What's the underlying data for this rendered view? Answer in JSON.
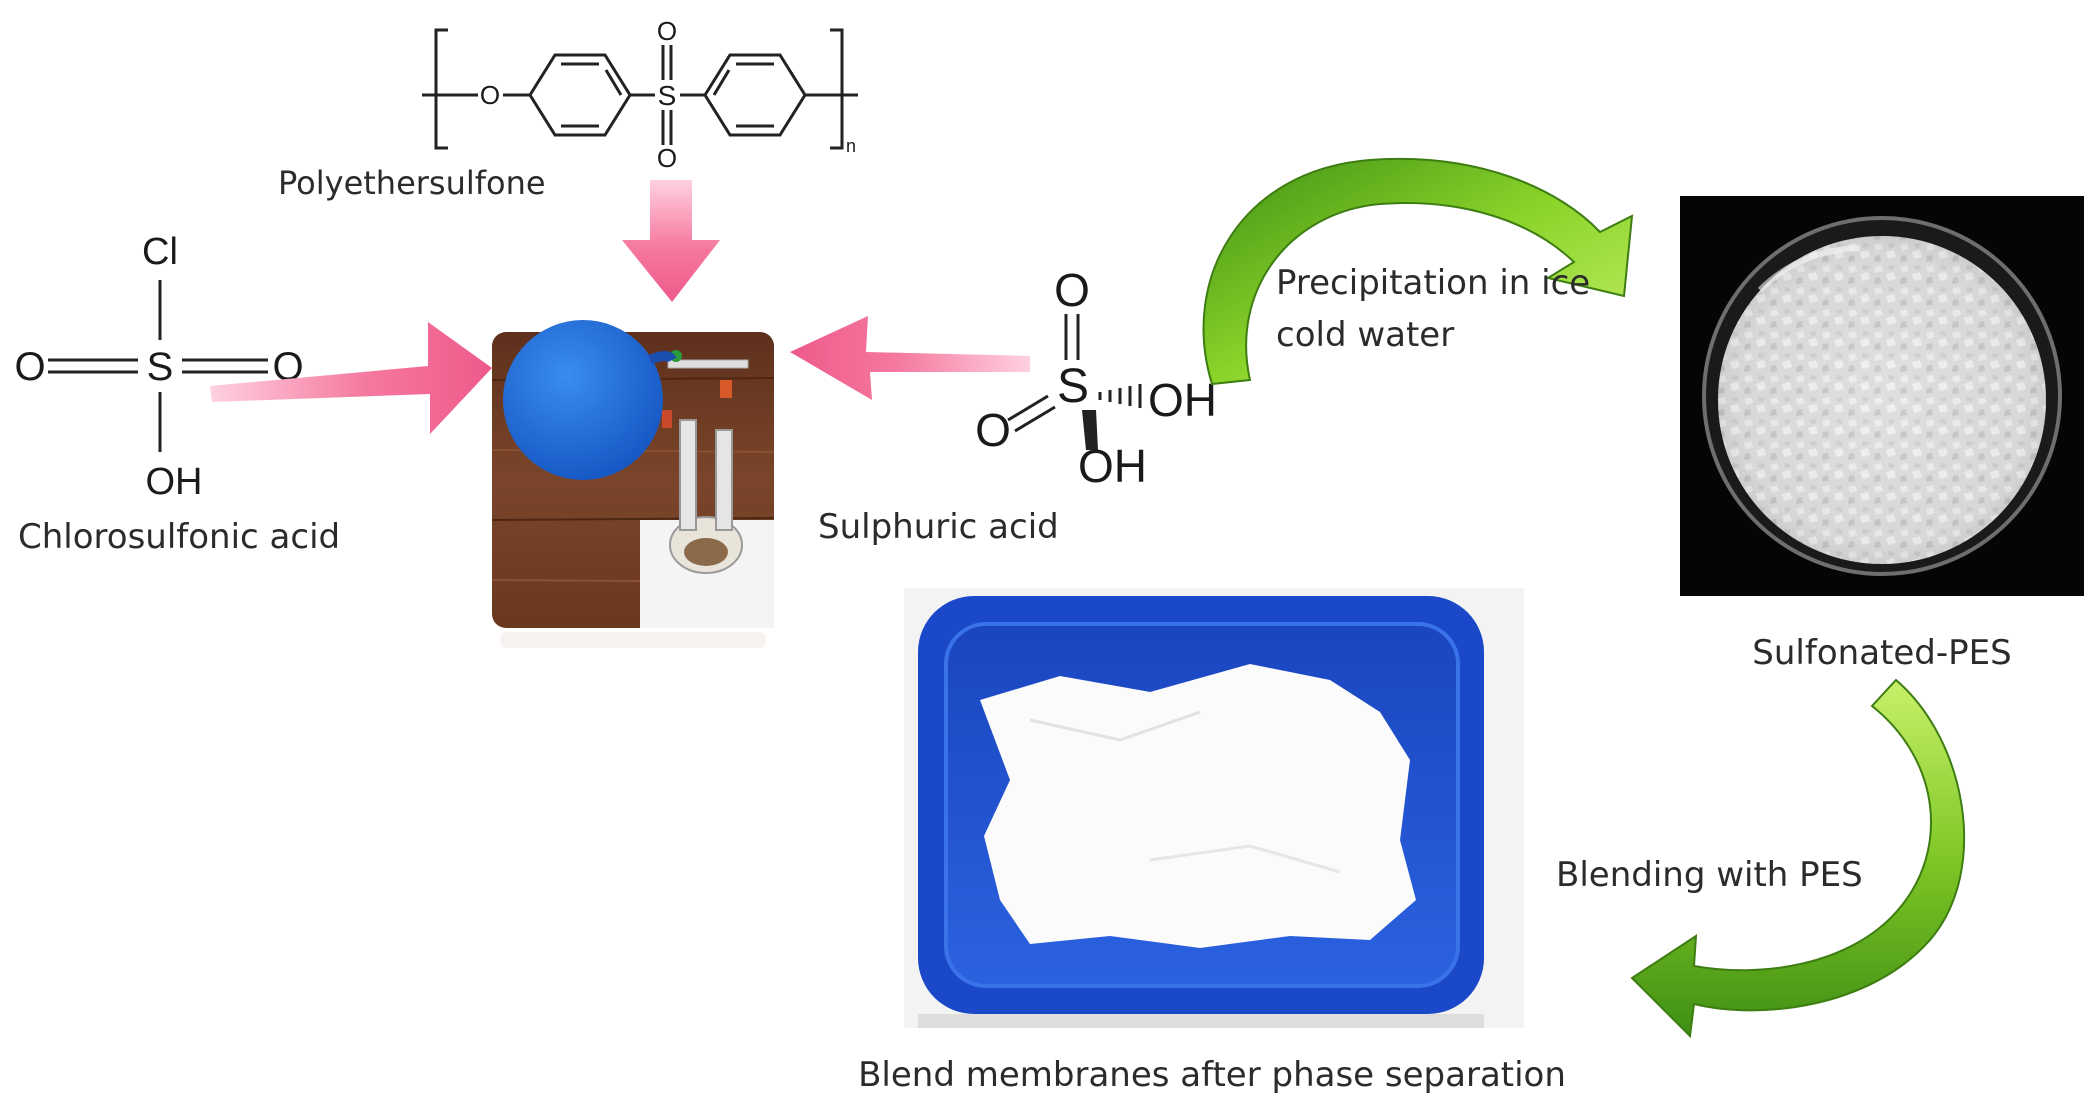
{
  "chemicals": {
    "pes": {
      "name": "Polyethersulfone",
      "atom_o_ether": "O",
      "atom_s": "S",
      "atom_o_top": "O",
      "atom_o_bottom": "O",
      "repeat_subscript": "n"
    },
    "chlorosulfonic": {
      "name": "Chlorosulfonic acid",
      "atom_cl": "Cl",
      "atom_s": "S",
      "atom_o_left": "O",
      "atom_o_right": "O",
      "atom_oh": "OH"
    },
    "sulphuric": {
      "name": "Sulphuric acid",
      "atom_o_top": "O",
      "atom_o_left": "O",
      "atom_s": "S",
      "atom_oh_right": "OH",
      "atom_oh_bottom": "OH"
    }
  },
  "steps": {
    "precipitation_line1": "Precipitation in ice",
    "precipitation_line2": "cold water",
    "sulfonated": "Sulfonated-PES",
    "blending": "Blending with PES",
    "blend_membranes": "Blend membranes after phase separation"
  },
  "colors": {
    "pink_arrow": "#f06d9b",
    "green_arrow": "#7cc422",
    "balloon": "#1f6fd8",
    "tray": "#1e4fcf",
    "wood": "#6b3a22"
  }
}
